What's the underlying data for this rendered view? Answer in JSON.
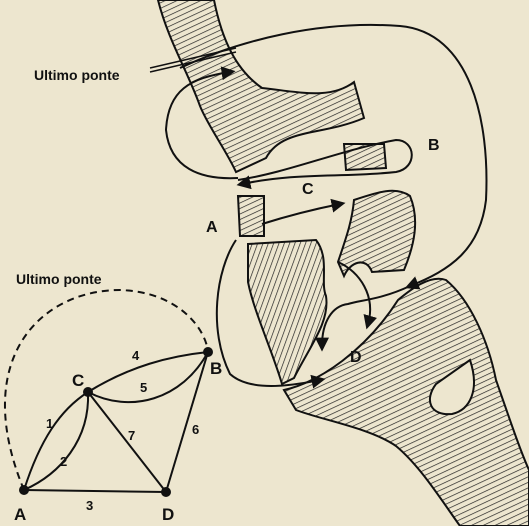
{
  "map": {
    "last_bridge_label": "Ultimo ponte",
    "land_labels": {
      "a": "A",
      "b": "B",
      "c": "C",
      "d": "D"
    }
  },
  "graph": {
    "last_bridge_label": "Ultimo ponte",
    "nodes": {
      "a": "A",
      "b": "B",
      "c": "C",
      "d": "D"
    },
    "edges": {
      "e1": "1",
      "e2": "2",
      "e3": "3",
      "e4": "4",
      "e5": "5",
      "e6": "6",
      "e7": "7"
    }
  },
  "colors": {
    "paper": "#ede6cf",
    "ink": "#111111",
    "river": "#f6f2e4"
  }
}
